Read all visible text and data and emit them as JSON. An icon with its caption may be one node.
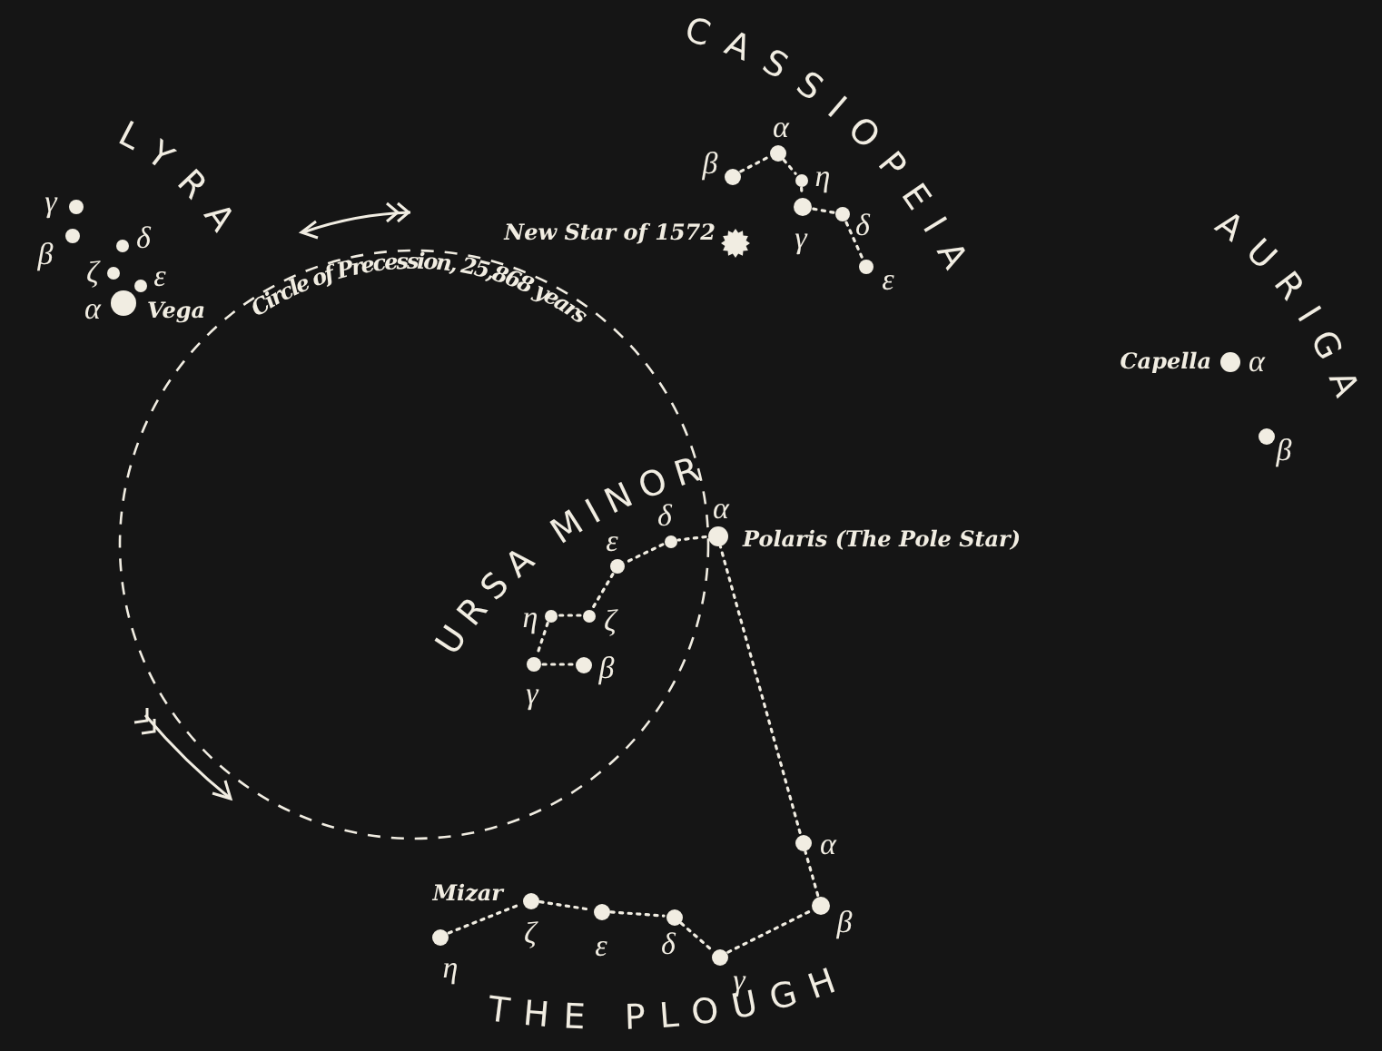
{
  "diagram": {
    "nodes": [
      {
        "text": [],
        "shape": "circle",
        "beside": [
          "γ"
        ]
      },
      {
        "text": [],
        "shape": "circle",
        "beside": [
          "β"
        ]
      },
      {
        "text": [],
        "shape": "circle",
        "beside": [
          "δ"
        ]
      },
      {
        "text": [],
        "shape": "circle",
        "beside": [
          "ζ"
        ]
      },
      {
        "text": [],
        "shape": "circle",
        "beside": [
          "ε"
        ]
      },
      {
        "text": [],
        "shape": "circle",
        "beside": [
          "α",
          "Vega"
        ]
      },
      {
        "text": [],
        "shape": "circle",
        "beside": [
          "β"
        ]
      },
      {
        "text": [],
        "shape": "circle",
        "beside": [
          "α"
        ]
      },
      {
        "text": [],
        "shape": "circle",
        "beside": [
          "η"
        ]
      },
      {
        "text": [],
        "shape": "circle",
        "beside": [
          "γ"
        ]
      },
      {
        "text": [],
        "shape": "circle",
        "beside": [
          "δ"
        ]
      },
      {
        "text": [],
        "shape": "circle",
        "beside": [
          "ε"
        ]
      },
      {
        "text": [],
        "shape": "star",
        "beside": [
          "New Star of 1572"
        ]
      },
      {
        "text": [],
        "shape": "circle",
        "beside": [
          "Capella",
          "α"
        ]
      },
      {
        "text": [],
        "shape": "circle",
        "beside": [
          "β"
        ]
      },
      {
        "text": [],
        "shape": "circle",
        "beside": [
          "α",
          "Polaris (The Pole Star)"
        ]
      },
      {
        "text": [],
        "shape": "circle",
        "beside": [
          "δ"
        ]
      },
      {
        "text": [],
        "shape": "circle",
        "beside": [
          "ε"
        ]
      },
      {
        "text": [],
        "shape": "circle",
        "beside": [
          "ζ"
        ]
      },
      {
        "text": [],
        "shape": "circle",
        "beside": [
          "η"
        ]
      },
      {
        "text": [],
        "shape": "circle",
        "beside": [
          "γ"
        ]
      },
      {
        "text": [],
        "shape": "circle",
        "beside": [
          "β"
        ]
      },
      {
        "text": [],
        "shape": "circle",
        "beside": [
          "η"
        ]
      },
      {
        "text": [],
        "shape": "circle",
        "beside": [
          "ζ",
          "Mizar"
        ]
      },
      {
        "text": [],
        "shape": "circle",
        "beside": [
          "ε"
        ]
      },
      {
        "text": [],
        "shape": "circle",
        "beside": [
          "δ"
        ]
      },
      {
        "text": [],
        "shape": "circle",
        "beside": [
          "γ"
        ]
      },
      {
        "text": [],
        "shape": "circle",
        "beside": [
          "β"
        ]
      },
      {
        "text": [],
        "shape": "circle",
        "beside": [
          "α"
        ]
      }
    ],
    "edges": [
      {
        "from": 6,
        "to": 7,
        "arrow": "none",
        "style": "dashed"
      },
      {
        "from": 7,
        "to": 8,
        "arrow": "none",
        "style": "dashed"
      },
      {
        "from": 8,
        "to": 9,
        "arrow": "none",
        "style": "dashed"
      },
      {
        "from": 9,
        "to": 10,
        "arrow": "none",
        "style": "dashed"
      },
      {
        "from": 10,
        "to": 11,
        "arrow": "none",
        "style": "dashed"
      },
      {
        "from": 15,
        "to": 16,
        "arrow": "none",
        "style": "dashed"
      },
      {
        "from": 16,
        "to": 17,
        "arrow": "none",
        "style": "dashed"
      },
      {
        "from": 17,
        "to": 18,
        "arrow": "none",
        "style": "dashed"
      },
      {
        "from": 18,
        "to": 19,
        "arrow": "none",
        "style": "dashed"
      },
      {
        "from": 19,
        "to": 20,
        "arrow": "none",
        "style": "dashed"
      },
      {
        "from": 20,
        "to": 21,
        "arrow": "none",
        "style": "dashed"
      },
      {
        "from": 22,
        "to": 23,
        "arrow": "none",
        "style": "dashed"
      },
      {
        "from": 23,
        "to": 24,
        "arrow": "none",
        "style": "dashed"
      },
      {
        "from": 24,
        "to": 25,
        "arrow": "none",
        "style": "dashed"
      },
      {
        "from": 25,
        "to": 26,
        "arrow": "none",
        "style": "dashed"
      },
      {
        "from": 26,
        "to": 27,
        "arrow": "none",
        "style": "dashed"
      },
      {
        "from": 27,
        "to": 28,
        "arrow": "none",
        "style": "dashed"
      },
      {
        "from": 28,
        "to": 15,
        "arrow": "none",
        "style": "dashed"
      }
    ],
    "labels": [
      "LYRA",
      "CASSIOPEIA",
      "AURIGA",
      "Circle of Precession, 25,868 years",
      "URSA MINOR",
      "THE PLOUGH"
    ]
  }
}
